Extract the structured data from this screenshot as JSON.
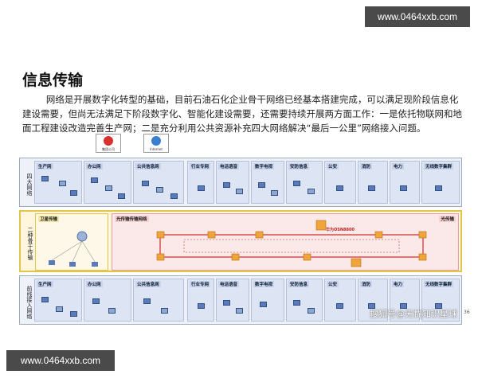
{
  "watermark_top": "www.0464xxb.com",
  "watermark_bottom": "www.0464xxb.com",
  "title": "信息传输",
  "paragraph": "网络是开展数字化转型的基础，目前石油石化企业骨干网络已经基本搭建完成，可以满足现阶段信息化建设需要，但尚无法满足下阶段数字化、智能化建设需要，还需要持续开展两方面工作：一是依托物联网和地面工程建设改造完善生产网；二是充分利用公共资源补充四大网络解决“最后一公里”网络接入问题。",
  "logos": [
    {
      "label": "集团公司",
      "color": "#d8322e"
    },
    {
      "label": "Internet",
      "color": "#3b7fd0"
    }
  ],
  "bands": [
    {
      "label": "四大网络"
    },
    {
      "label": "二种骨干传输"
    },
    {
      "label": "前线接入网络"
    }
  ],
  "top_sections": [
    {
      "head": "生产网"
    },
    {
      "head": "办公网"
    },
    {
      "head": "公共信息网"
    },
    {
      "head": "行业专网"
    },
    {
      "head": "电话语音"
    },
    {
      "head": "数字电视"
    },
    {
      "head": "安防信息"
    },
    {
      "head": "公安"
    },
    {
      "head": "消防"
    },
    {
      "head": "电力"
    },
    {
      "head": "无线数字集群"
    }
  ],
  "middle": {
    "satellite_head": "卫星传输",
    "fiber_head": "光传输",
    "osn_label": "华为OSN8800",
    "ring_label": "光传输传输网络"
  },
  "bottom_sections": [
    {
      "head": "生产网"
    },
    {
      "head": "办公网"
    },
    {
      "head": "公共信息网"
    },
    {
      "head": "行业专网"
    },
    {
      "head": "电话语音"
    },
    {
      "head": "数字电视"
    },
    {
      "head": "安防信息"
    },
    {
      "head": "公安"
    },
    {
      "head": "消防"
    },
    {
      "head": "电力"
    },
    {
      "head": "无线数字集群"
    }
  ],
  "footer_watermark": "搜狐号@无忧知识星球",
  "page_number": "36"
}
